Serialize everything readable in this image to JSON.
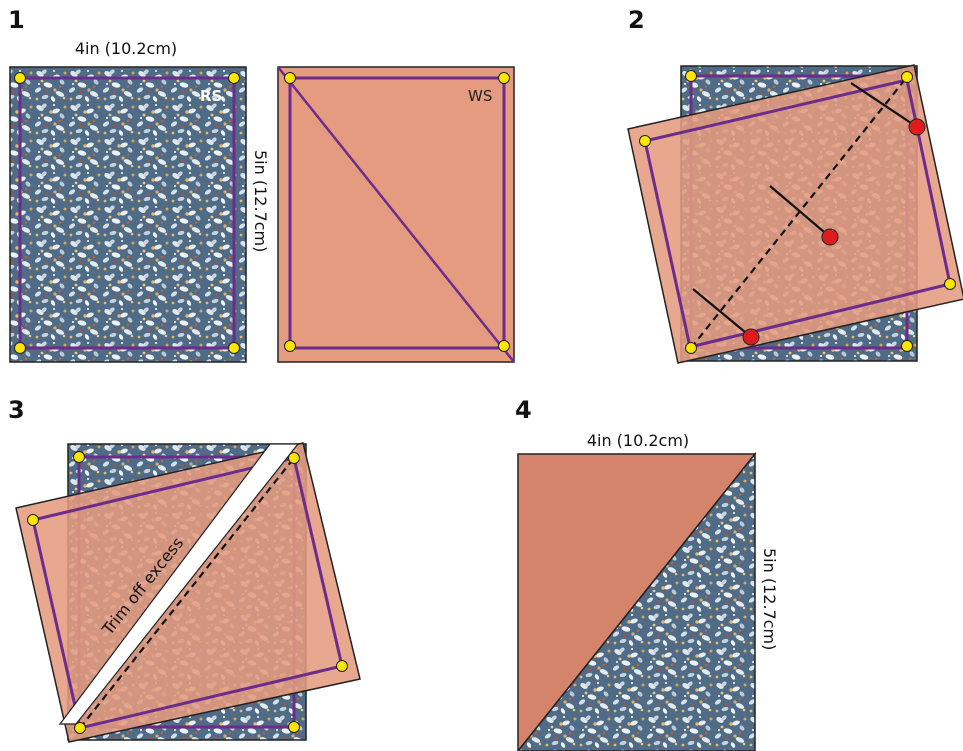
{
  "steps": {
    "s1": "1",
    "s2": "2",
    "s3": "3",
    "s4": "4"
  },
  "labels": {
    "width_top_1": "4in (10.2cm)",
    "height_side_1": "5in (12.7cm)",
    "right_side": "RS",
    "wrong_side": "WS",
    "trim": "Trim off excess",
    "width_top_4": "4in (10.2cm)",
    "height_side_4": "5in (12.7cm)"
  },
  "colors": {
    "fabric_base": "#4f6b85",
    "solid_fabric": "#e59b80",
    "solid_fabric_dark": "#d4846b",
    "seam_line": "#6b2c8c",
    "corner_dot": "#ffe600",
    "pin_head": "#e01b1b"
  }
}
